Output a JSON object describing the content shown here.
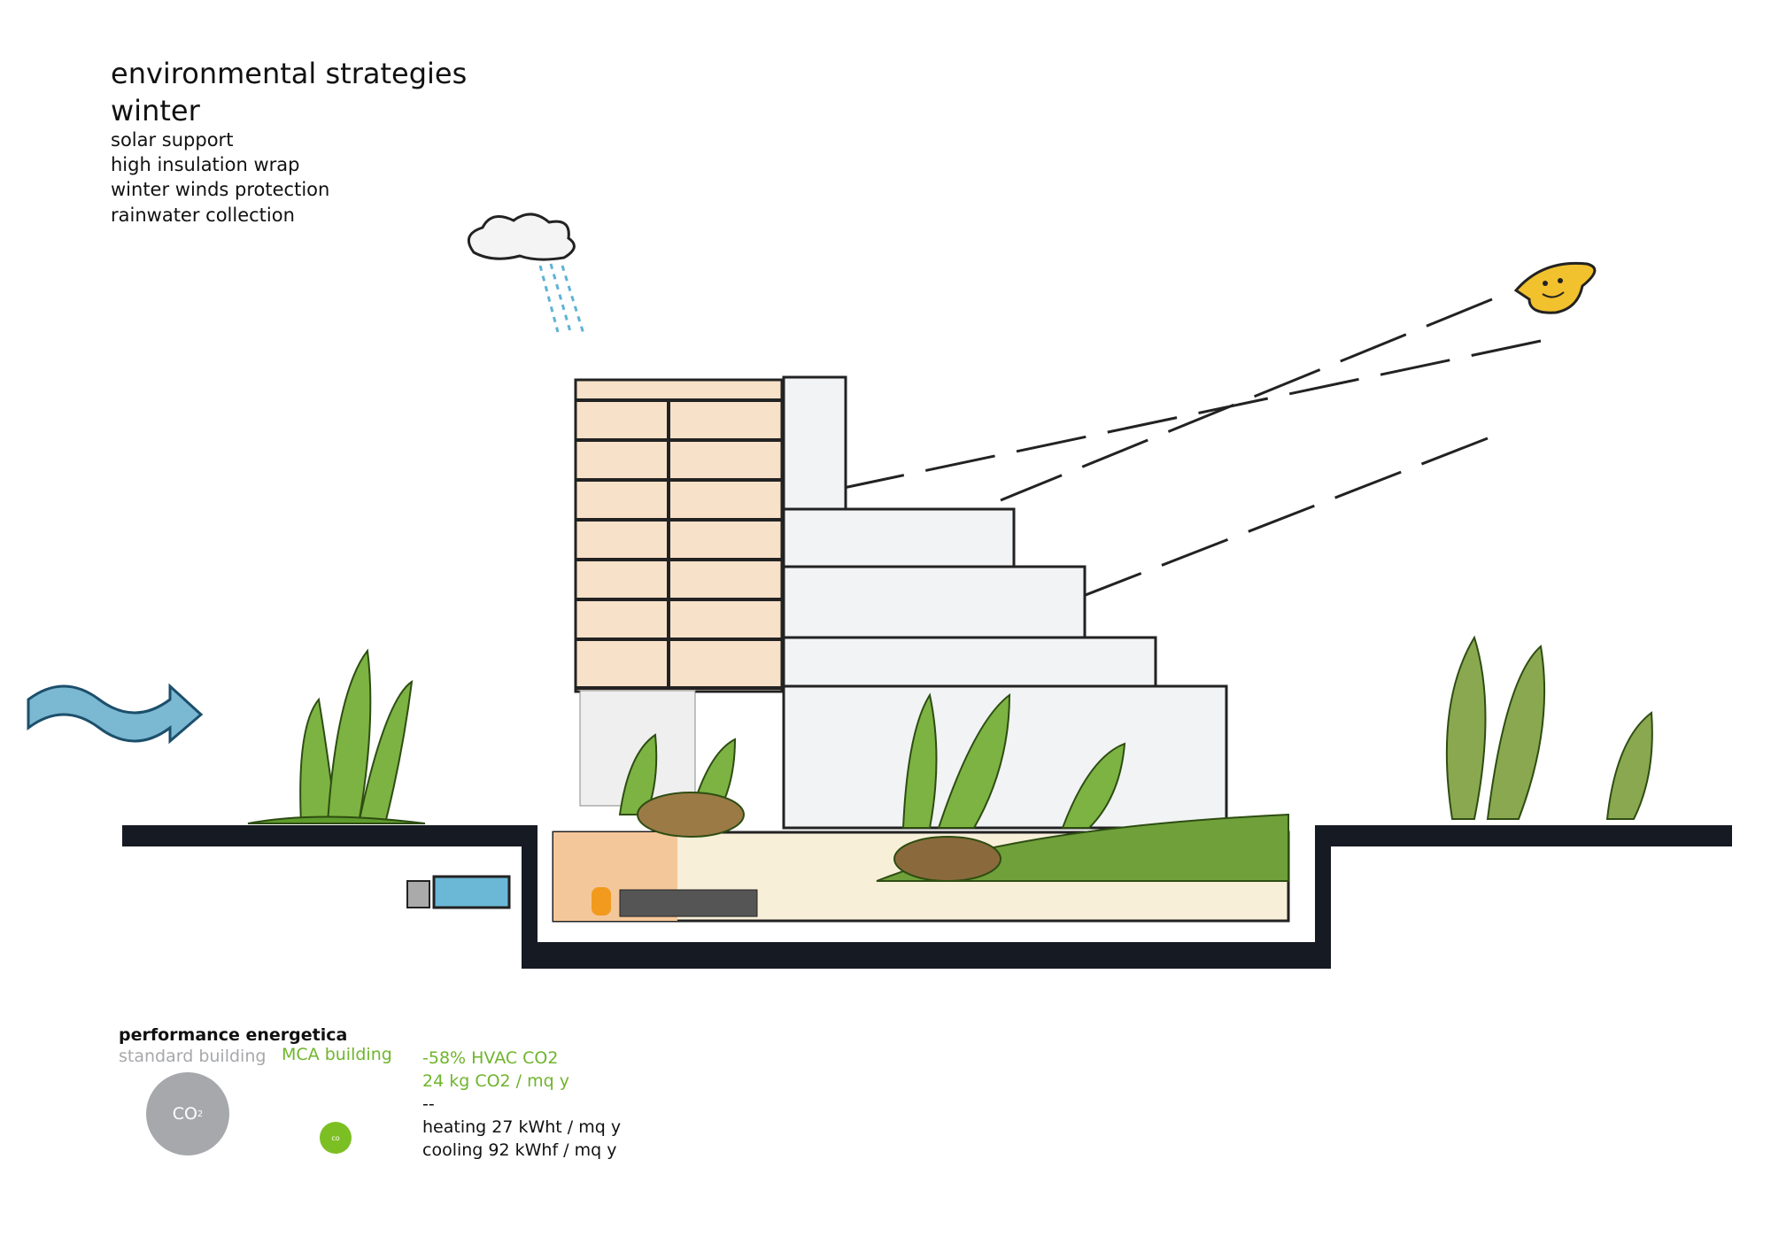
{
  "header": {
    "title": "environmental strategies",
    "season": "winter",
    "strategies": [
      "solar support",
      "high insulation wrap",
      "winter winds protection",
      "rainwater collection"
    ]
  },
  "performance": {
    "heading": "performance energetica",
    "standard_label": "standard building",
    "mca_label": "MCA building",
    "co2_symbol": "CO",
    "co2_sub": "2",
    "co2_small": "co",
    "stats": [
      "-58% HVAC CO2",
      "24 kg CO2 / mq y",
      "--",
      "heating 27 kWht / mq y",
      "cooling 92 kWhf / mq y"
    ]
  },
  "colors": {
    "green": "#6fb52c",
    "grey": "#a6a8ab",
    "water": "#5fb3d6",
    "sun": "#f2c12e"
  }
}
